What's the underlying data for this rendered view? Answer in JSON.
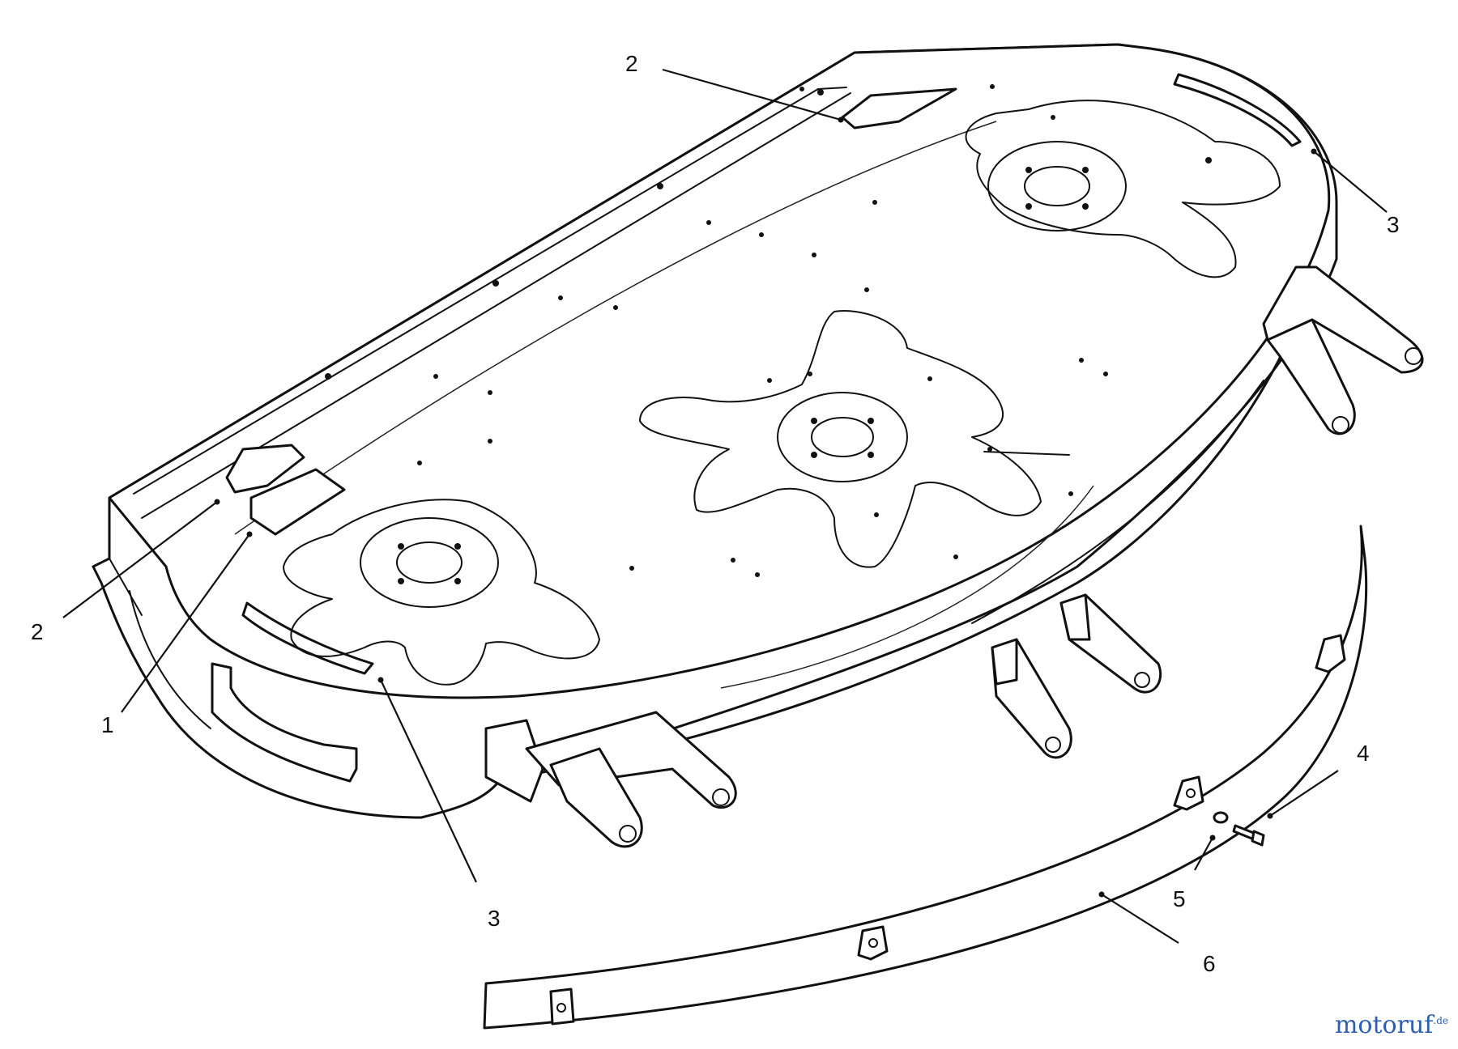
{
  "diagram": {
    "parts": [
      {
        "callout": "1"
      },
      {
        "callout": "2"
      },
      {
        "callout": "3"
      },
      {
        "callout": "4"
      },
      {
        "callout": "5"
      },
      {
        "callout": "6"
      }
    ],
    "labels": {
      "c2_top": "2",
      "c2_left": "2",
      "c1": "1",
      "c3_right": "3",
      "c3_bottom": "3",
      "c4": "4",
      "c5": "5",
      "c6": "6"
    }
  },
  "watermark": {
    "text": "motoruf",
    "suffix": ".de"
  },
  "colors": {
    "line": "#111111",
    "watermark": "#2e5fae",
    "background": "#ffffff"
  }
}
